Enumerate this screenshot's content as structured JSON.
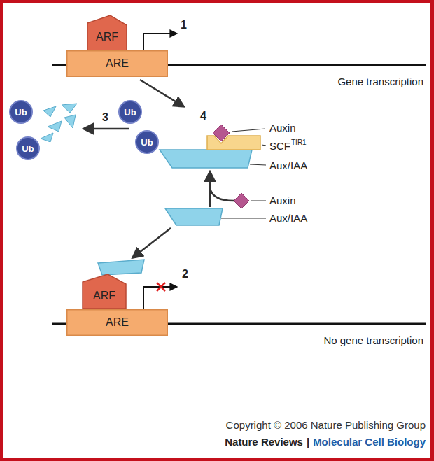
{
  "diagram": {
    "nodes": [
      {
        "text": [
          "ARF"
        ]
      },
      {
        "text": [
          "ARE"
        ]
      },
      {
        "text": [
          "Ub"
        ]
      },
      {
        "text": [
          "Ub"
        ]
      },
      {
        "text": [
          "Ub"
        ]
      },
      {
        "text": [
          "Ub"
        ]
      },
      {
        "text": [
          "ARF"
        ]
      },
      {
        "text": [
          "ARE"
        ]
      }
    ],
    "labels": [
      "1",
      "Gene transcription",
      "3",
      "4",
      "Auxin",
      "SCF",
      "TIR1",
      "Aux/IAA",
      "Auxin",
      "Aux/IAA",
      "2",
      "No gene transcription",
      "Copyright © 2006 Nature Publishing Group",
      "Nature Reviews",
      "|",
      "Molecular Cell Biology"
    ]
  }
}
